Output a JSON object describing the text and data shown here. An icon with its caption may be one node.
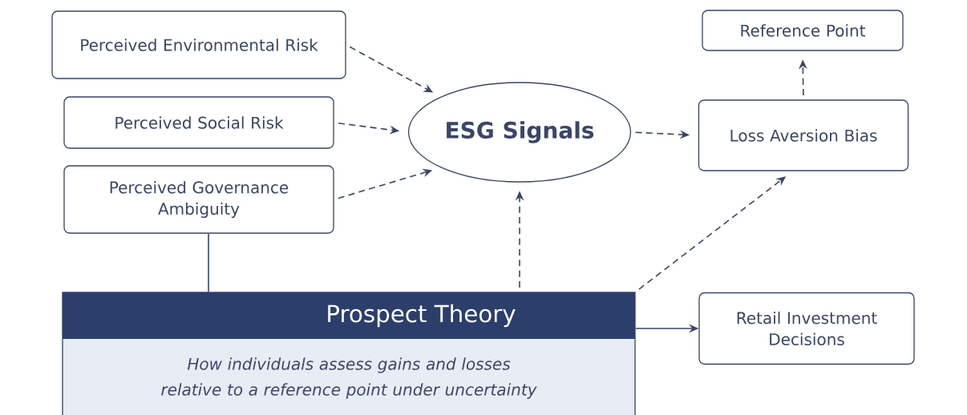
{
  "diagram": {
    "nodes": [
      {
        "text": [
          "Perceived Environmental Risk"
        ]
      },
      {
        "text": [
          "Perceived Social Risk"
        ]
      },
      {
        "text": [
          "Perceived Governance Ambiguity"
        ]
      },
      {
        "text": [
          "ESG Signals"
        ]
      },
      {
        "text": [
          "Reference Point"
        ]
      },
      {
        "text": [
          "Loss Aversion Bias"
        ]
      },
      {
        "text": [
          "Prospect Theory",
          "How individuals assess gains and losses relative to a reference point under uncertainty"
        ]
      },
      {
        "text": [
          "Retail Investment Decisions"
        ]
      }
    ],
    "edges": [
      {
        "from": 0,
        "to": 3,
        "arrow": "to",
        "style": "dashed"
      },
      {
        "from": 1,
        "to": 3,
        "arrow": "to",
        "style": "dashed"
      },
      {
        "from": 2,
        "to": 3,
        "arrow": "to",
        "style": "dashed"
      },
      {
        "from": 3,
        "to": 5,
        "arrow": "to",
        "style": "dashed"
      },
      {
        "from": 5,
        "to": 4,
        "arrow": "to",
        "style": "dashed"
      },
      {
        "from": 6,
        "to": 3,
        "arrow": "to",
        "style": "dashed"
      },
      {
        "from": 6,
        "to": 5,
        "arrow": "to",
        "style": "dashed"
      },
      {
        "from": 6,
        "to": 7,
        "arrow": "to"
      },
      {
        "from": 2,
        "to": 6,
        "arrow": "none"
      }
    ]
  }
}
